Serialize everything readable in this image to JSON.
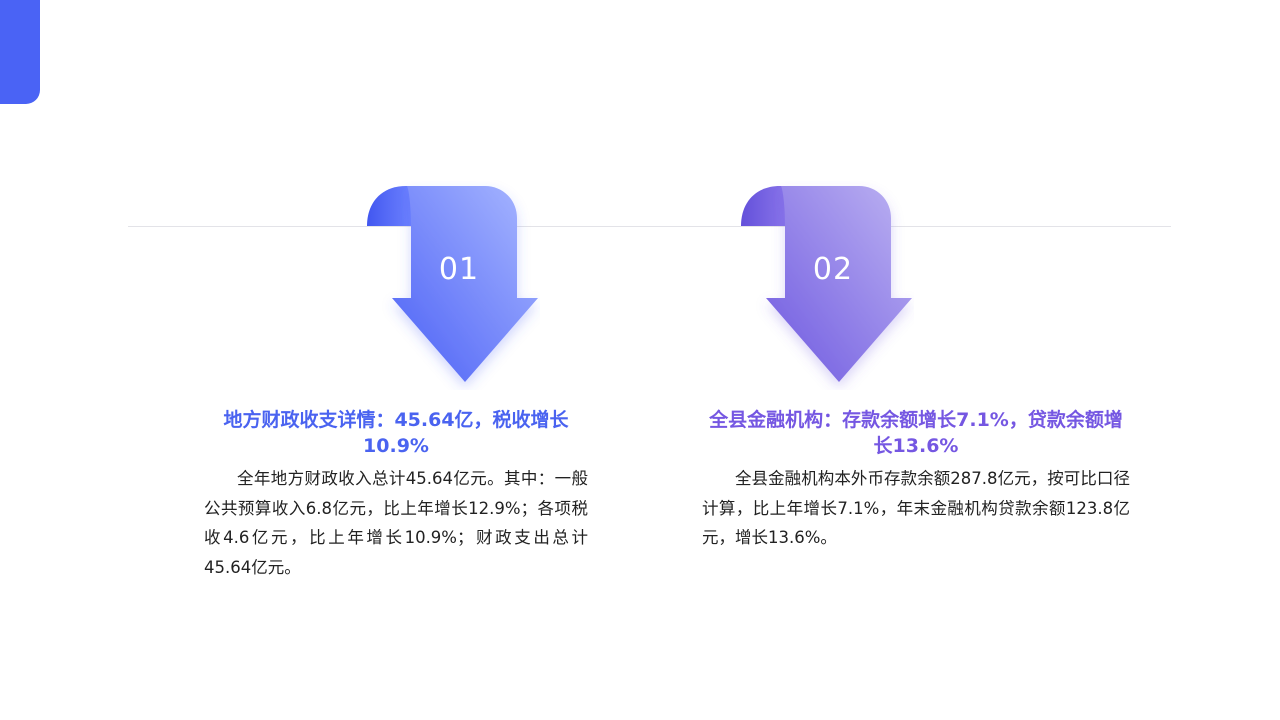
{
  "items": [
    {
      "number": "01",
      "title": "地方财政收支详情：45.64亿，税收增长10.9%",
      "body": "全年地方财政收入总计45.64亿元。其中：一般公共预算收入6.8亿元，比上年增长12.9%；各项税收4.6亿元，比上年增长10.9%；财政支出总计45.64亿元。"
    },
    {
      "number": "02",
      "title": "全县金融机构：存款余额增长7.1%，贷款余额增长13.6%",
      "body": "全县金融机构本外币存款余额287.8亿元，按可比口径计算，比上年增长7.1%，年末金融机构贷款余额123.8亿元，增长13.6%。"
    }
  ],
  "colors": {
    "accent": "#4a63f5",
    "item_1_title": "#4a63f0",
    "item_2_title": "#7557e2"
  }
}
